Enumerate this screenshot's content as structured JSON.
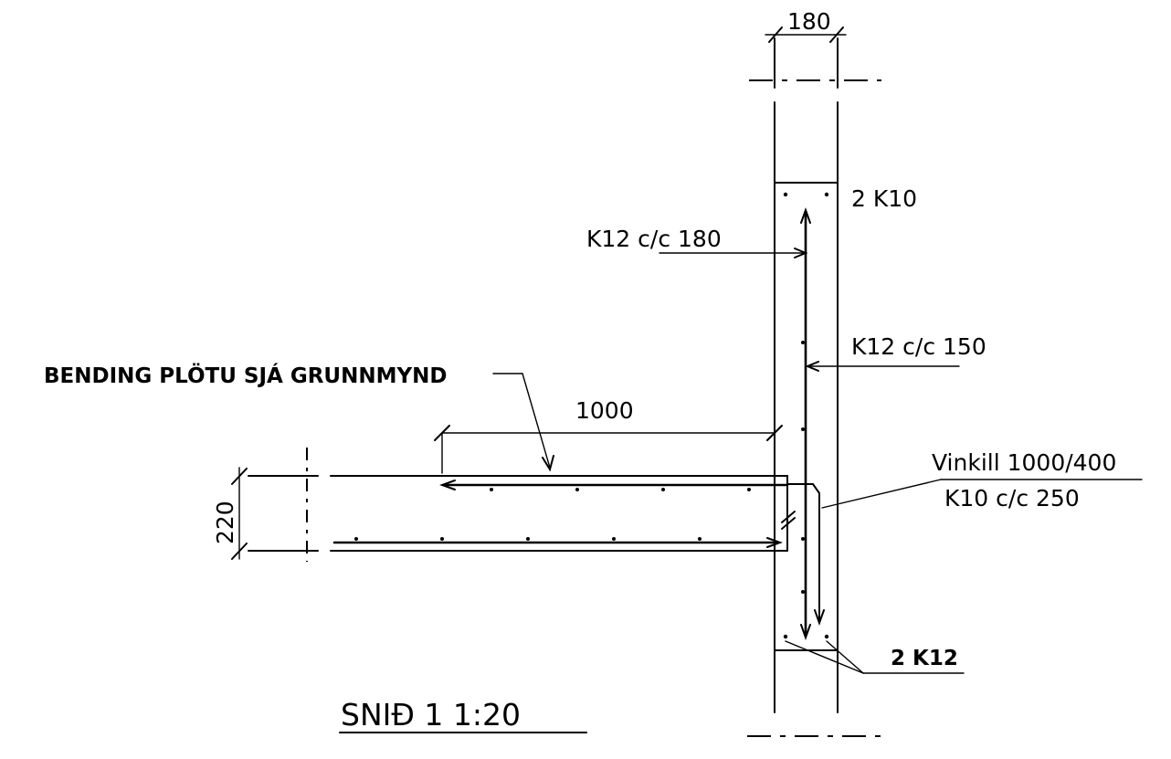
{
  "labels": {
    "wall_width_dim": "180",
    "top_bars": "2 K10",
    "wall_bars_left": "K12 c/c 180",
    "wall_bars_right": "K12 c/c 150",
    "slab_note": "BENDING PLÖTU SJÁ GRUNNMYND",
    "slab_length_dim": "1000",
    "angle_bar_line1": "Vinkill 1000/400",
    "angle_bar_line2": "K10 c/c 250",
    "slab_thickness_dim": "220",
    "bottom_bars": "2 K12",
    "section_title": "SNIÐ 1 1:20"
  }
}
